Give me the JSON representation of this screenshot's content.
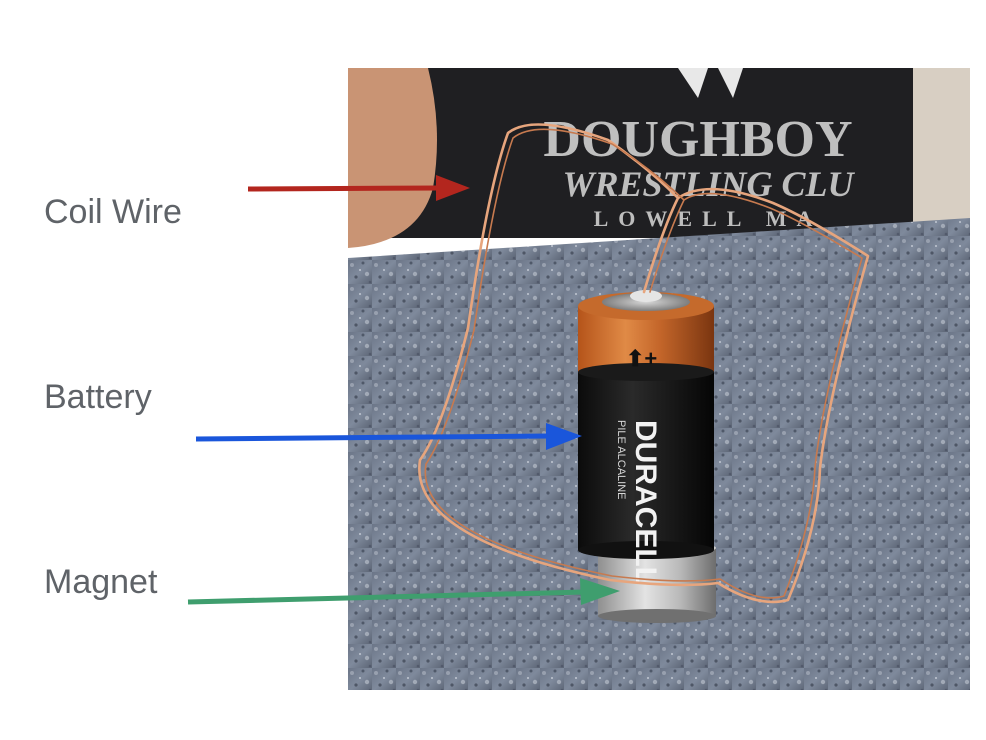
{
  "labels": {
    "coil_wire": "Coil Wire",
    "battery": "Battery",
    "magnet": "Magnet"
  },
  "photo": {
    "shirt_line1": "DOUGHBOY",
    "shirt_line2": "WRESTLING CLU",
    "shirt_line3": "LOWELL MA",
    "battery_brand": "DURACELL",
    "battery_subtext": "PILE ALCALINE"
  },
  "colors": {
    "coil_arrow": "#b3261e",
    "battery_arrow": "#1a56db",
    "magnet_arrow": "#3f9e6e",
    "label_text": "#5f6368"
  }
}
